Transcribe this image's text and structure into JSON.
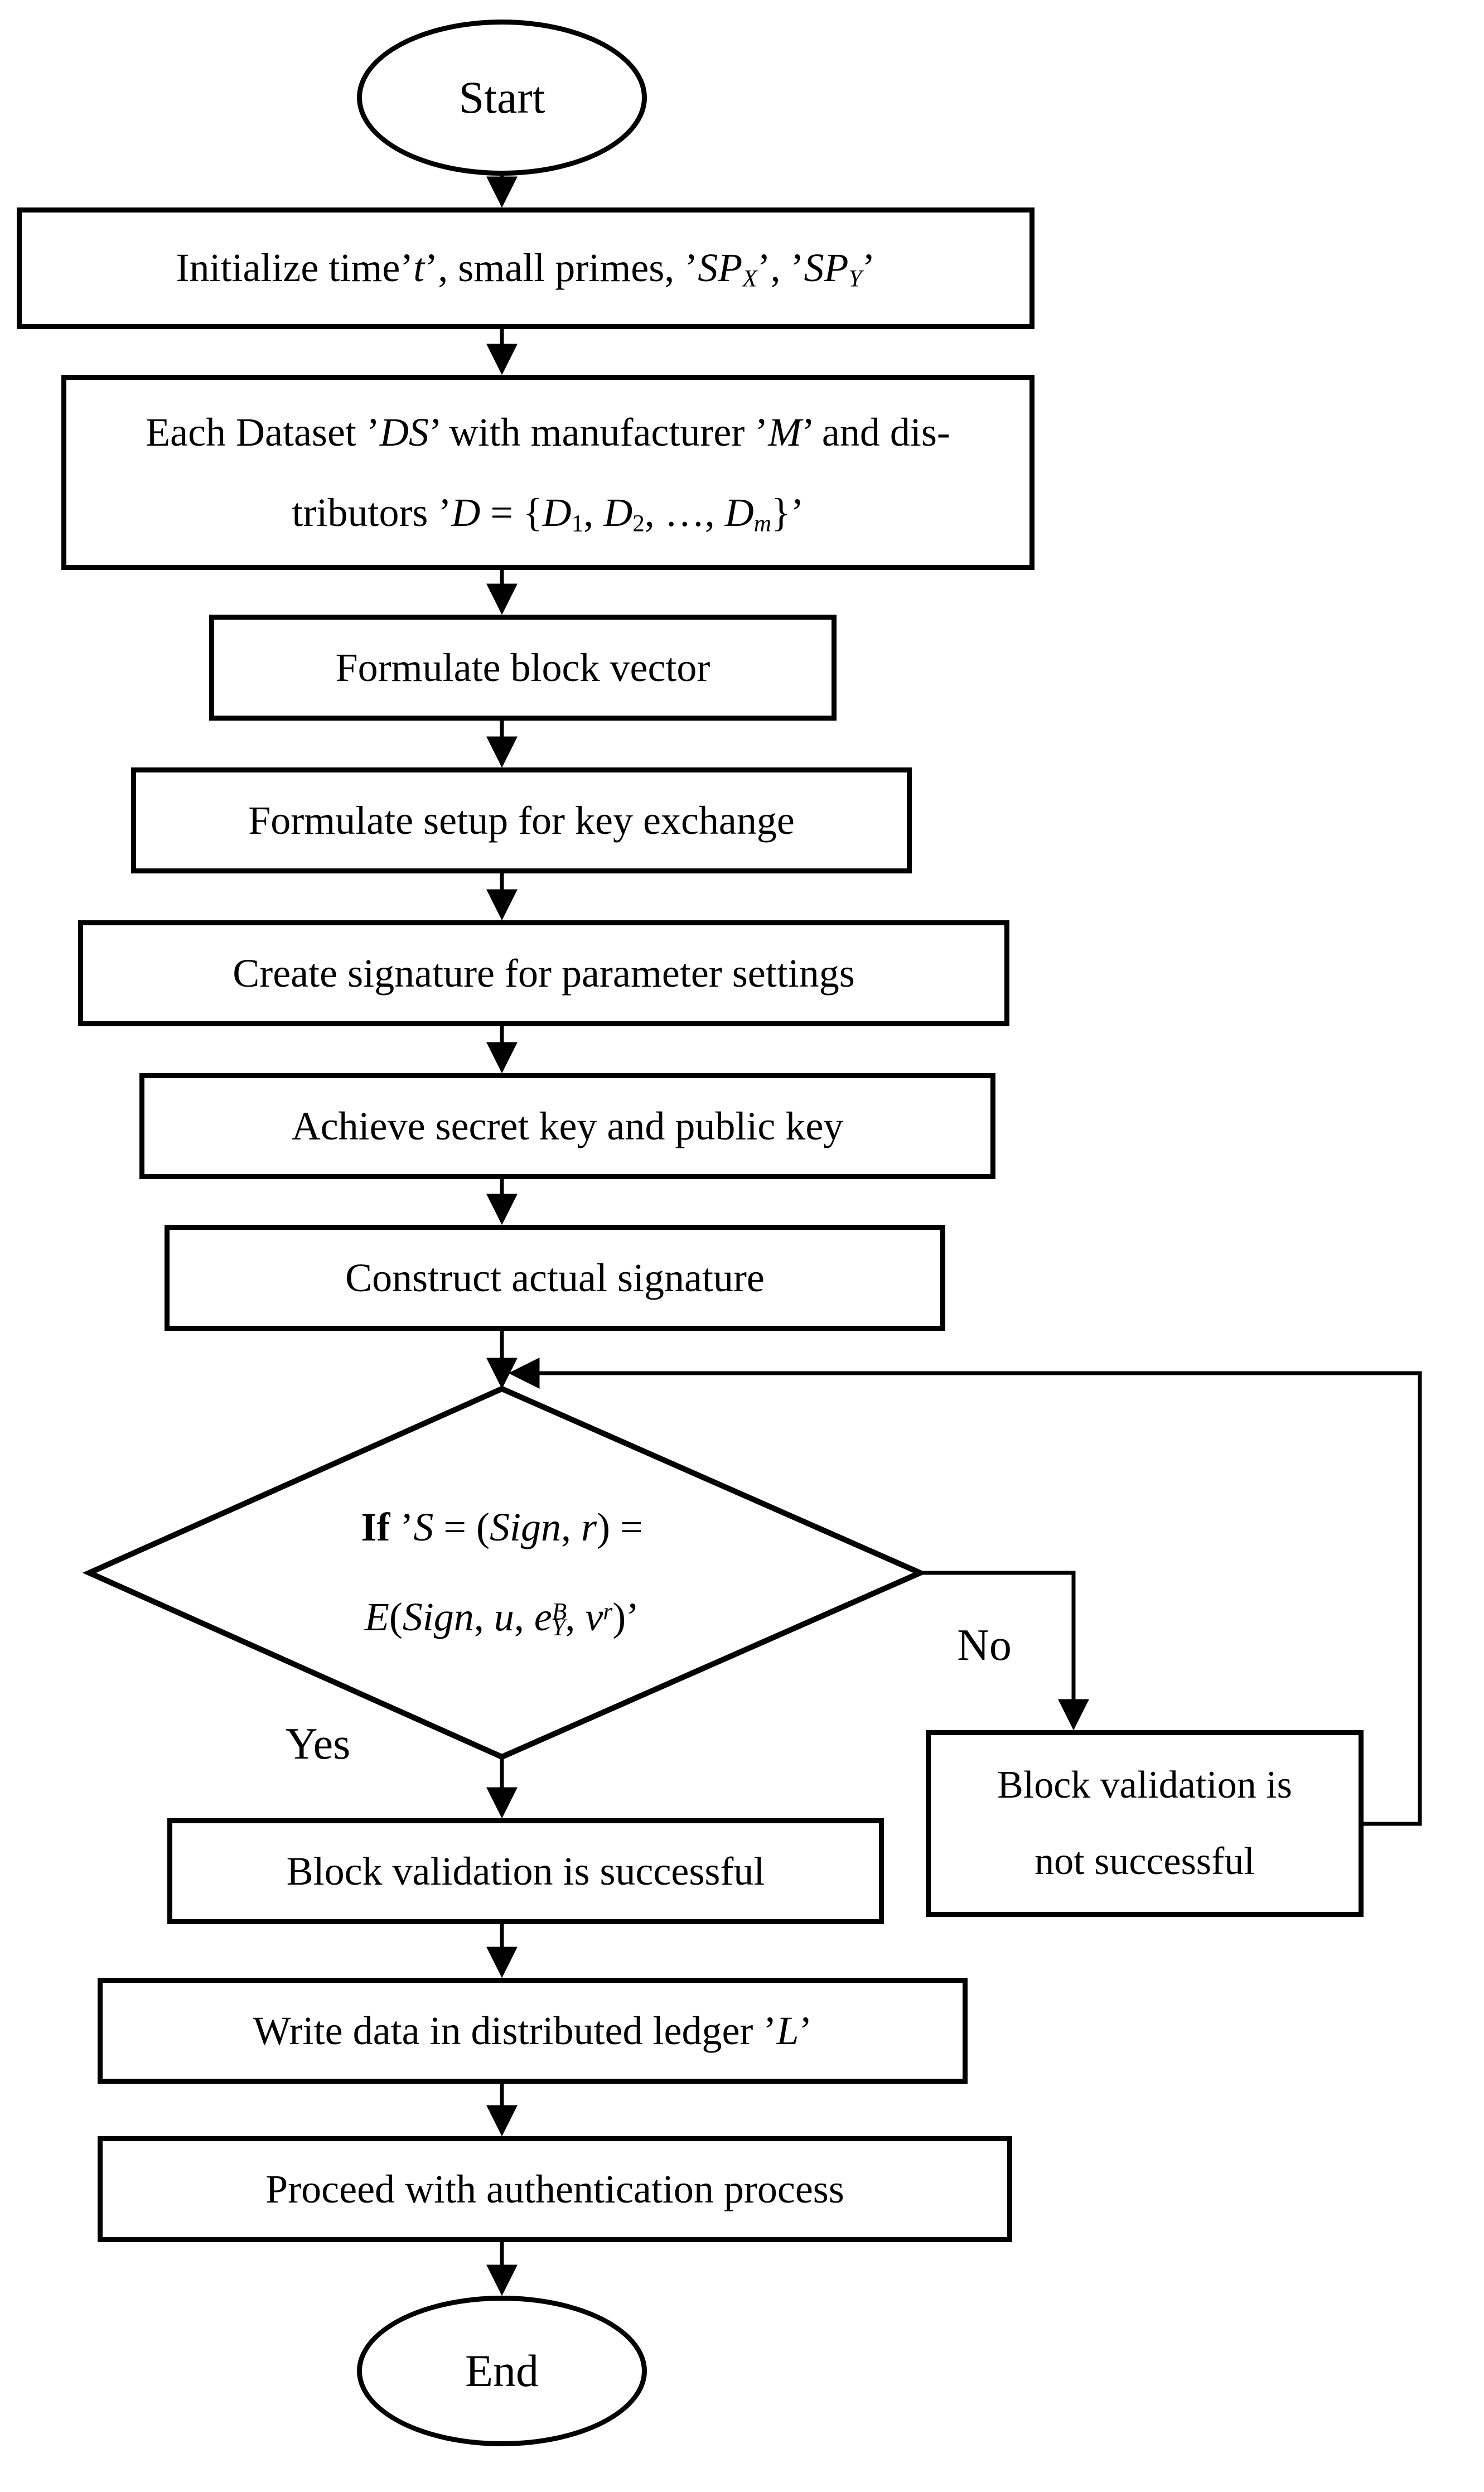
{
  "colors": {
    "stroke": "#000000",
    "background": "#ffffff"
  },
  "diagram": {
    "type": "flowchart",
    "nodes": {
      "start": {
        "type": "terminator",
        "label": "Start"
      },
      "initialize": {
        "type": "process",
        "html": "Initialize time’<i>t</i>’, small primes, ’<i>SP<sub>X</sub></i>’, ’<i>SP<sub>Y</sub></i>’"
      },
      "dataset": {
        "type": "process",
        "html": "Each Dataset ’<i>DS</i>’ with manufacturer ’<i>M</i>’ and dis-<br>tributors ’<i>D</i> = {<i>D</i><sub>1</sub>, <i>D</i><sub>2</sub>, …, <i>D<sub>m</sub></i>}’"
      },
      "formulate_block_vector": {
        "type": "process",
        "label": "Formulate block vector"
      },
      "formulate_key_exchange": {
        "type": "process",
        "label": "Formulate setup for key exchange"
      },
      "create_signature": {
        "type": "process",
        "label": "Create signature for parameter settings"
      },
      "achieve_keys": {
        "type": "process",
        "label": "Achieve secret key and public key"
      },
      "construct_signature": {
        "type": "process",
        "label": "Construct actual signature"
      },
      "decision": {
        "type": "decision",
        "line1_html": "<b>If</b> ’<i>S</i> = (<i>Sign</i>, <i>r</i>) =",
        "line2_html": "<i>E</i>(<i>Sign</i>, <i>u</i>, <i>e</i><sup><i>B</i></sup><sub><i>Y</i></sub>, <i>v</i><sup><i>r</i></sup>)’"
      },
      "validation_successful": {
        "type": "process",
        "label": "Block validation is successful"
      },
      "validation_not_successful": {
        "type": "process",
        "html": "Block validation is<br>not successful"
      },
      "write_ledger": {
        "type": "process",
        "html": "Write data in distributed ledger ’<i>L</i>’"
      },
      "authentication": {
        "type": "process",
        "label": "Proceed with authentication process"
      },
      "end": {
        "type": "terminator",
        "label": "End"
      }
    },
    "edge_labels": {
      "yes": "Yes",
      "no": "No"
    },
    "edges": [
      {
        "from": "start",
        "to": "initialize"
      },
      {
        "from": "initialize",
        "to": "dataset"
      },
      {
        "from": "dataset",
        "to": "formulate_block_vector"
      },
      {
        "from": "formulate_block_vector",
        "to": "formulate_key_exchange"
      },
      {
        "from": "formulate_key_exchange",
        "to": "create_signature"
      },
      {
        "from": "create_signature",
        "to": "achieve_keys"
      },
      {
        "from": "achieve_keys",
        "to": "construct_signature"
      },
      {
        "from": "construct_signature",
        "to": "decision"
      },
      {
        "from": "decision",
        "to": "validation_successful",
        "label": "Yes"
      },
      {
        "from": "decision",
        "to": "validation_not_successful",
        "label": "No"
      },
      {
        "from": "validation_not_successful",
        "to": "decision"
      },
      {
        "from": "validation_successful",
        "to": "write_ledger"
      },
      {
        "from": "write_ledger",
        "to": "authentication"
      },
      {
        "from": "authentication",
        "to": "end"
      }
    ]
  }
}
